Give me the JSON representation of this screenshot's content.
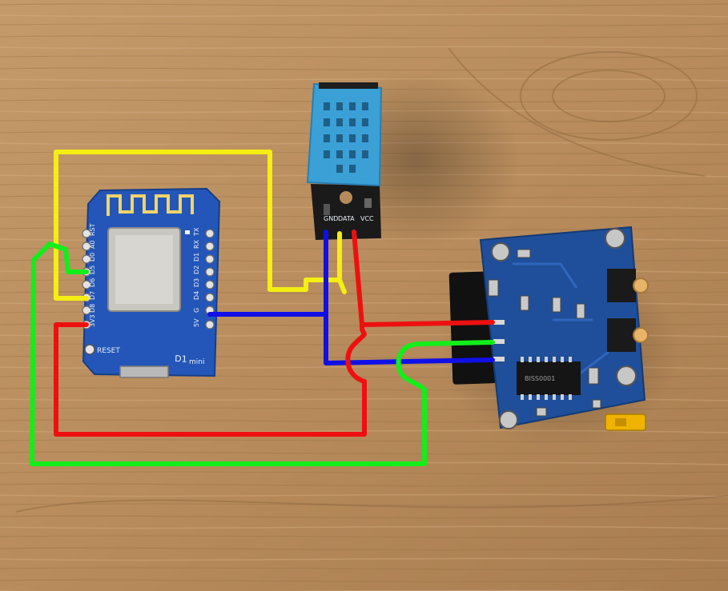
{
  "scene": {
    "background_color": "#b98f62",
    "wire_colors": {
      "yellow": "#f4ee12",
      "blue": "#1010e6",
      "red": "#ee1010",
      "green": "#12ee1a"
    }
  },
  "d1_mini": {
    "board_color": "#2356b8",
    "name_label": "D1",
    "model_label": "mini",
    "reset_label": "RESET",
    "pin_labels_left": [
      "RST",
      "A0",
      "D0",
      "D5",
      "D6",
      "D7",
      "D8",
      "3V3"
    ],
    "pin_labels_right": [
      "TX",
      "RX",
      "D1",
      "D2",
      "D3",
      "D4",
      "G",
      "5V"
    ]
  },
  "dht11": {
    "cap_color": "#3aa0d6",
    "pcb_color": "#1a1a1a",
    "pin_labels": [
      "GND",
      "DATA",
      "VCC"
    ]
  },
  "pir": {
    "board_color": "#1f4f9a",
    "jumper_color": "#f0b400",
    "chip_label": "BISS0001"
  }
}
